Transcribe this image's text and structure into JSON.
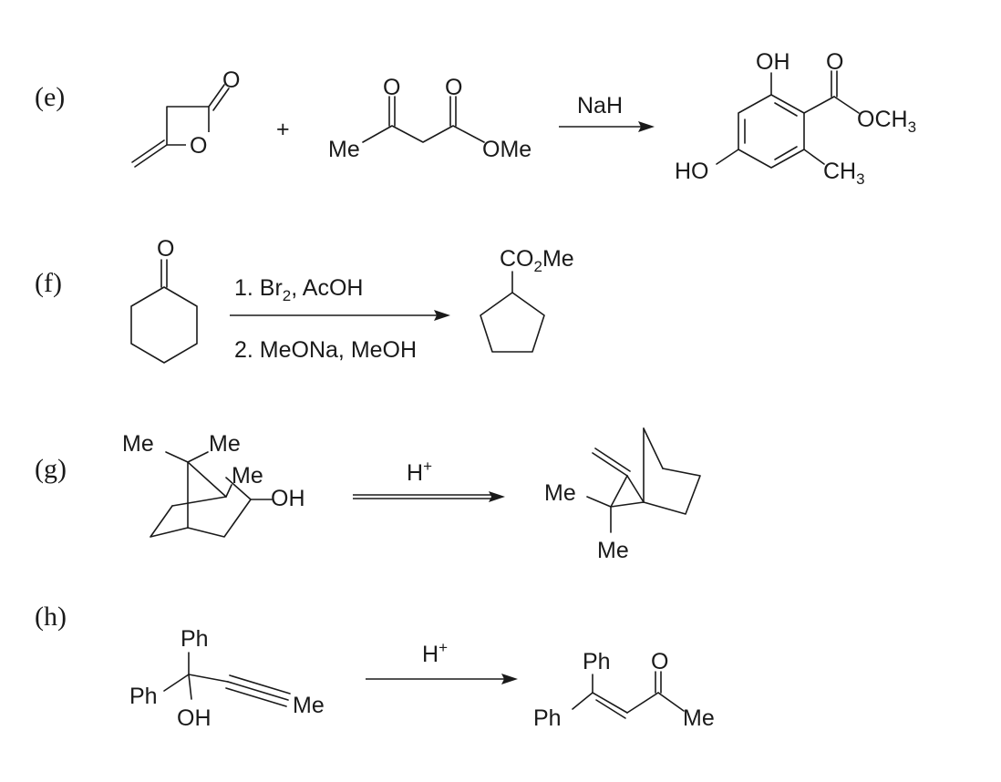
{
  "reactions": {
    "e": {
      "label": "(e)",
      "plus": "+",
      "reagent": "NaH",
      "atoms": {
        "lactone_o_carbonyl": "O",
        "lactone_o_ring": "O",
        "ketoester_o1": "O",
        "ketoester_o2": "O",
        "ketoester_me": "Me",
        "ketoester_ome": "OMe",
        "product_oh": "OH",
        "product_o": "O",
        "product_och": "OCH",
        "product_och_sub": "3",
        "product_ho": "HO",
        "product_ch": "CH",
        "product_ch_sub": "3"
      }
    },
    "f": {
      "label": "(f)",
      "reagent_line1": "1. Br",
      "reagent_line1_sub": "2",
      "reagent_line1_rest": ", AcOH",
      "reagent_line2": "2. MeONa, MeOH",
      "atoms": {
        "ketone_o": "O",
        "product_co": "CO",
        "product_co_sub": "2",
        "product_co_rest": "Me"
      }
    },
    "g": {
      "label": "(g)",
      "reagent": "H",
      "reagent_sup": "+",
      "atoms": {
        "me1": "Me",
        "me2": "Me",
        "me3": "Me",
        "oh": "OH",
        "product_me1": "Me",
        "product_me2": "Me"
      }
    },
    "h": {
      "label": "(h)",
      "reagent": "H",
      "reagent_sup": "+",
      "atoms": {
        "ph_top": "Ph",
        "ph_left": "Ph",
        "oh": "OH",
        "me": "Me",
        "product_ph_top": "Ph",
        "product_o": "O",
        "product_ph_left": "Ph",
        "product_me": "Me"
      }
    }
  }
}
